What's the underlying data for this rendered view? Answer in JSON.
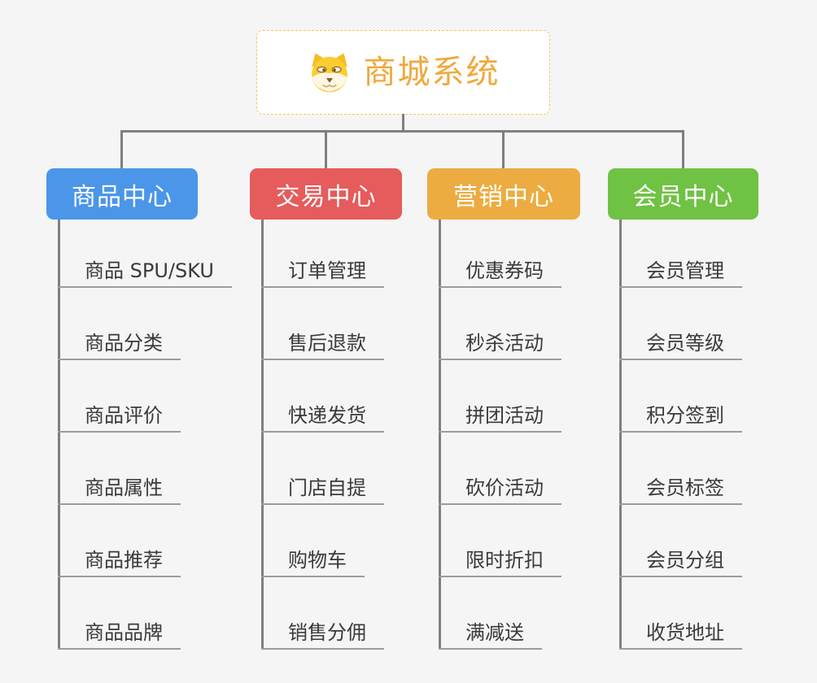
{
  "root": {
    "title": "商城系统",
    "icon": "dog-face-icon"
  },
  "branches": [
    {
      "label": "商品中心",
      "color": "#4B96E8",
      "items": [
        "商品 SPU/SKU",
        "商品分类",
        "商品评价",
        "商品属性",
        "商品推荐",
        "商品品牌"
      ]
    },
    {
      "label": "交易中心",
      "color": "#E65B5B",
      "items": [
        "订单管理",
        "售后退款",
        "快递发货",
        "门店自提",
        "购物车",
        "销售分佣"
      ]
    },
    {
      "label": "营销中心",
      "color": "#ECAC41",
      "items": [
        "优惠券码",
        "秒杀活动",
        "拼团活动",
        "砍价活动",
        "限时折扣",
        "满减送"
      ]
    },
    {
      "label": "会员中心",
      "color": "#6FC243",
      "items": [
        "会员管理",
        "会员等级",
        "积分签到",
        "会员标签",
        "会员分组",
        "收货地址"
      ]
    }
  ],
  "colors": {
    "background": "#F5F5F6",
    "root_border": "#F6C65F",
    "root_text": "#F0A93C",
    "connector_line": "#7F7F7F",
    "item_underline": "#9C9C9C",
    "item_text": "#3A3A3A"
  }
}
